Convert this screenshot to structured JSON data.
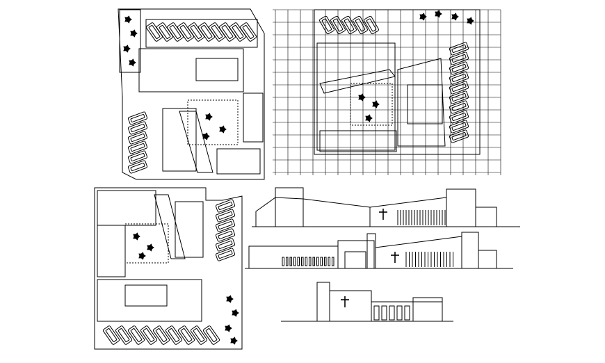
{
  "drawing": {
    "line_color": "#000000",
    "background": "#ffffff",
    "sheets": [
      "site-plan-upper-left",
      "floor-plan-grid",
      "site-plan-lower-left",
      "elevation-long",
      "elevation-side",
      "elevation-front"
    ],
    "glyphs": {
      "cross": "cross-icon",
      "tree": "tree-icon",
      "car": "car-icon"
    }
  }
}
